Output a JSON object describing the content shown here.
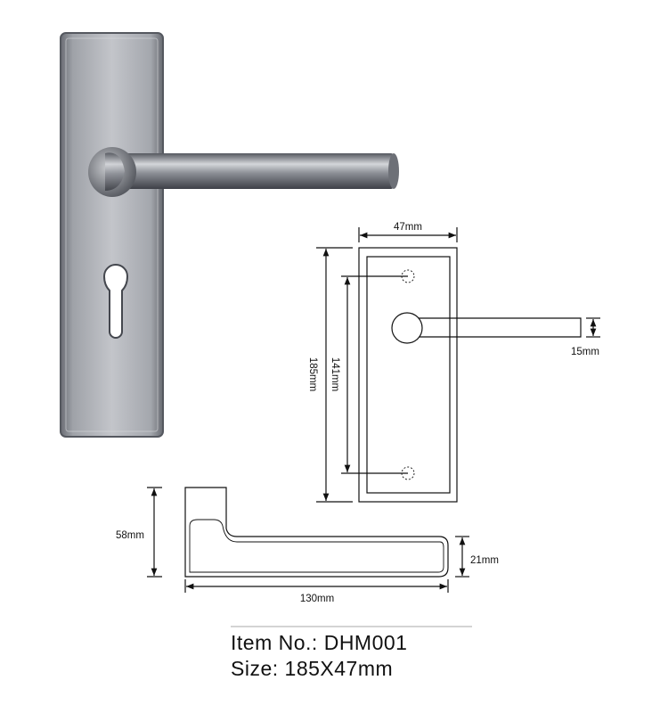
{
  "dimensions": {
    "width": "47mm",
    "height": "185mm",
    "hole_spacing": "141mm",
    "lever_thickness": "15mm",
    "lever_length": "130mm",
    "lever_projection": "58mm",
    "lever_depth": "21mm"
  },
  "caption": {
    "item_label": "Item No.:",
    "item_value": "DHM001",
    "size_label": "Size:",
    "size_value": "185X47mm"
  },
  "colors": {
    "line": "#111111",
    "metal_dark": "#5c5f66",
    "metal_light": "#c9cbd0"
  }
}
